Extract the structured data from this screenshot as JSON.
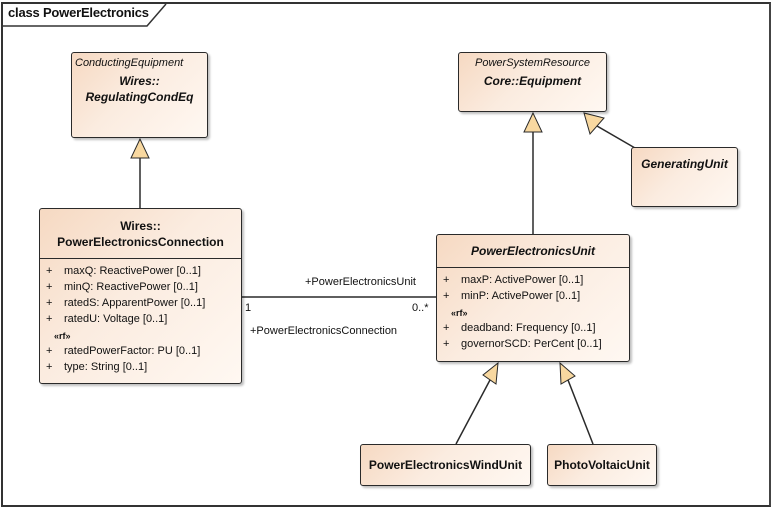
{
  "frame": {
    "title": "class PowerElectronics"
  },
  "classes": {
    "regulating_cond_eq": {
      "stereotype": "ConductingEquipment",
      "name_line1": "Wires::",
      "name_line2": "RegulatingCondEq"
    },
    "equipment": {
      "stereotype": "PowerSystemResource",
      "name": "Core::Equipment"
    },
    "generating_unit": {
      "name": "GeneratingUnit"
    },
    "pe_connection": {
      "name_line1": "Wires::",
      "name_line2": "PowerElectronicsConnection",
      "attributes": [
        {
          "vis": "+",
          "text": "maxQ: ReactivePower [0..1]"
        },
        {
          "vis": "+",
          "text": "minQ: ReactivePower [0..1]"
        },
        {
          "vis": "+",
          "text": "ratedS: ApparentPower [0..1]"
        },
        {
          "vis": "+",
          "text": "ratedU: Voltage [0..1]"
        }
      ],
      "group_label": "«rf»",
      "group_attributes": [
        {
          "vis": "+",
          "text": "ratedPowerFactor: PU [0..1]"
        },
        {
          "vis": "+",
          "text": "type: String [0..1]"
        }
      ]
    },
    "pe_unit": {
      "name": "PowerElectronicsUnit",
      "attributes": [
        {
          "vis": "+",
          "text": "maxP: ActivePower [0..1]"
        },
        {
          "vis": "+",
          "text": "minP: ActivePower [0..1]"
        }
      ],
      "group_label": "«rf»",
      "group_attributes": [
        {
          "vis": "+",
          "text": "deadband: Frequency [0..1]"
        },
        {
          "vis": "+",
          "text": "governorSCD: PerCent [0..1]"
        }
      ]
    },
    "wind_unit": {
      "name": "PowerElectronicsWindUnit"
    },
    "pv_unit": {
      "name": "PhotoVoltaicUnit"
    }
  },
  "association": {
    "target_role": "+PowerElectronicsUnit",
    "source_role": "+PowerElectronicsConnection",
    "source_multiplicity": "1",
    "target_multiplicity": "0..*"
  },
  "colors": {
    "class_fill": "#f6d9c2",
    "arrow_fill": "#f8d8a0",
    "line": "#2a2a2a"
  }
}
